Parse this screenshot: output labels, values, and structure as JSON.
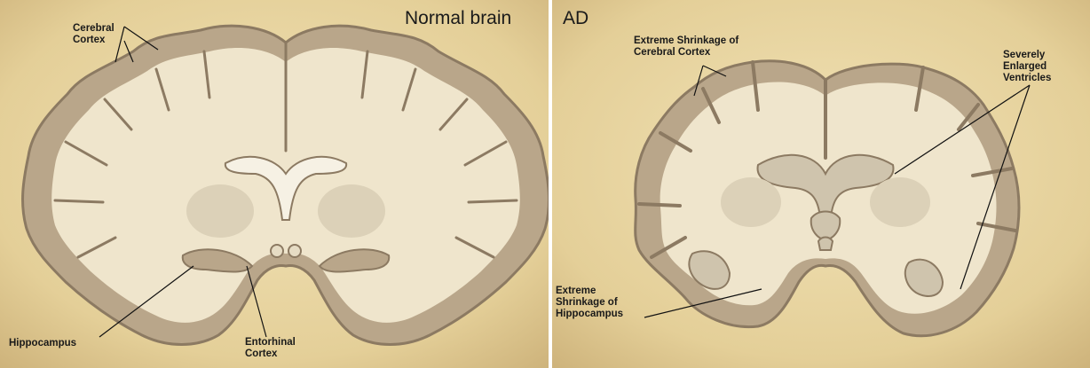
{
  "panels": {
    "normal": {
      "title": "Normal brain",
      "labels": {
        "cerebral_cortex": "Cerebral\nCortex",
        "hippocampus": "Hippocampus",
        "entorhinal_cortex": "Entorhinal\nCortex"
      }
    },
    "ad": {
      "title": "AD",
      "labels": {
        "cortex_shrinkage": "Extreme Shrinkage of\nCerebral Cortex",
        "enlarged_ventricles": "Severely\nEnlarged\nVentricles",
        "hippocampus_shrinkage": "Extreme\nShrinkage of\nHippocampus"
      }
    }
  },
  "colors": {
    "parchment": "#e8d6a6",
    "white_matter": "#efe5cc",
    "cortex": "#b9a68a",
    "cortex_edge": "#8c7a62",
    "ventricle": "#cfc4ad"
  }
}
